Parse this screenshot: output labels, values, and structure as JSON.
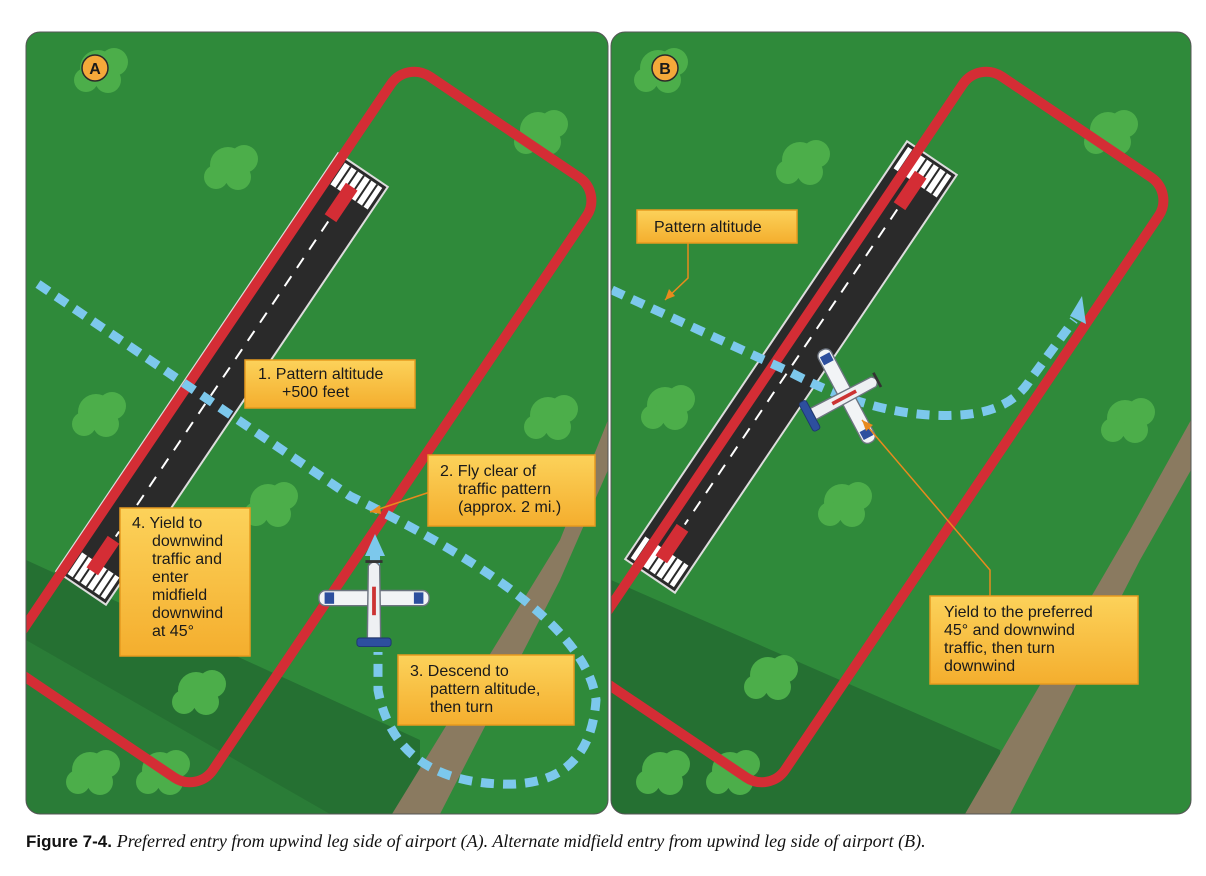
{
  "panels": [
    {
      "badge": "A",
      "callouts": [
        {
          "lines": [
            "1. Pattern altitude",
            "+500 feet"
          ]
        },
        {
          "lines": [
            "2. Fly clear of",
            "traffic pattern",
            "(approx. 2 mi.)"
          ]
        },
        {
          "lines": [
            "3. Descend to",
            "pattern altitude,",
            "then turn"
          ]
        },
        {
          "lines": [
            "4. Yield to",
            "downwind",
            "traffic and",
            "enter",
            "midfield",
            "downwind",
            "at 45°"
          ]
        }
      ]
    },
    {
      "badge": "B",
      "callouts": [
        {
          "lines": [
            "Pattern altitude"
          ]
        },
        {
          "lines": [
            "Yield to the preferred",
            "45° and downwind",
            "traffic, then turn",
            "downwind"
          ]
        }
      ]
    }
  ],
  "caption": {
    "label": "Figure 7-4.",
    "text": "Preferred entry from upwind leg side of airport (A). Alternate midfield entry from upwind leg side of airport (B)."
  },
  "colors": {
    "grass": "#2f8a3a",
    "grass_dark": "#247030",
    "tree": "#4cae4a",
    "runway": "#2a2a2a",
    "pattern_red": "#d42d35",
    "flight_path_blue": "#7cc8ec",
    "callout_fill": "#f7bf3c",
    "callout_stroke": "#e69a1f",
    "badge_fill": "#f5a93a",
    "road": "#8a7a60"
  }
}
